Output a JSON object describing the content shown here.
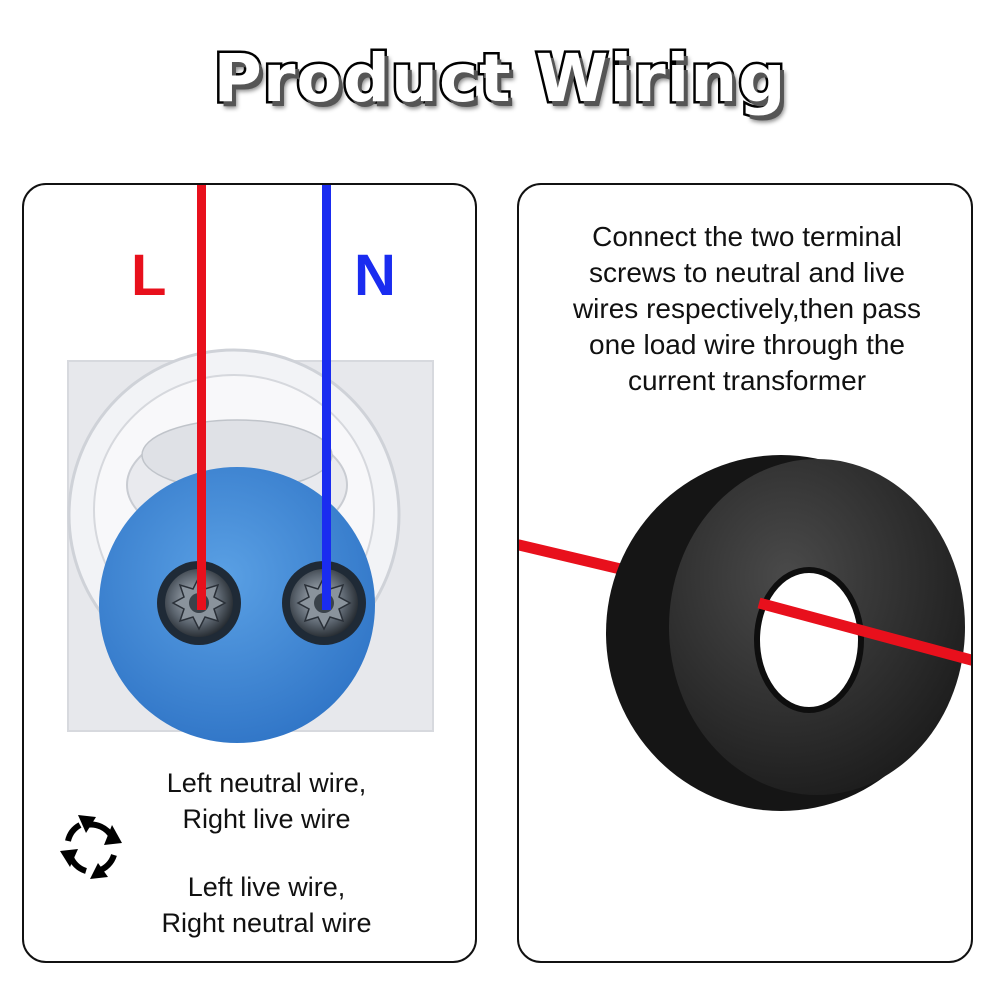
{
  "title": "Product  Wiring",
  "left_panel": {
    "label_l": "L",
    "label_n": "N",
    "caption_1": [
      "Left neutral wire,",
      "Right live wire"
    ],
    "caption_2": [
      "Left live wire,",
      "Right neutral wire"
    ],
    "swap_icon": "cycle-arrows-icon"
  },
  "right_panel": {
    "instructions": [
      "Connect the two terminal",
      "screws to neutral and live",
      "wires respectively,then pass",
      "one load wire through the",
      "current transformer"
    ]
  },
  "colors": {
    "live_wire": "#e8101c",
    "neutral_wire": "#1a2cf0",
    "cap_blue": "#3d86d4",
    "ct_body": "#2b2b2b"
  }
}
